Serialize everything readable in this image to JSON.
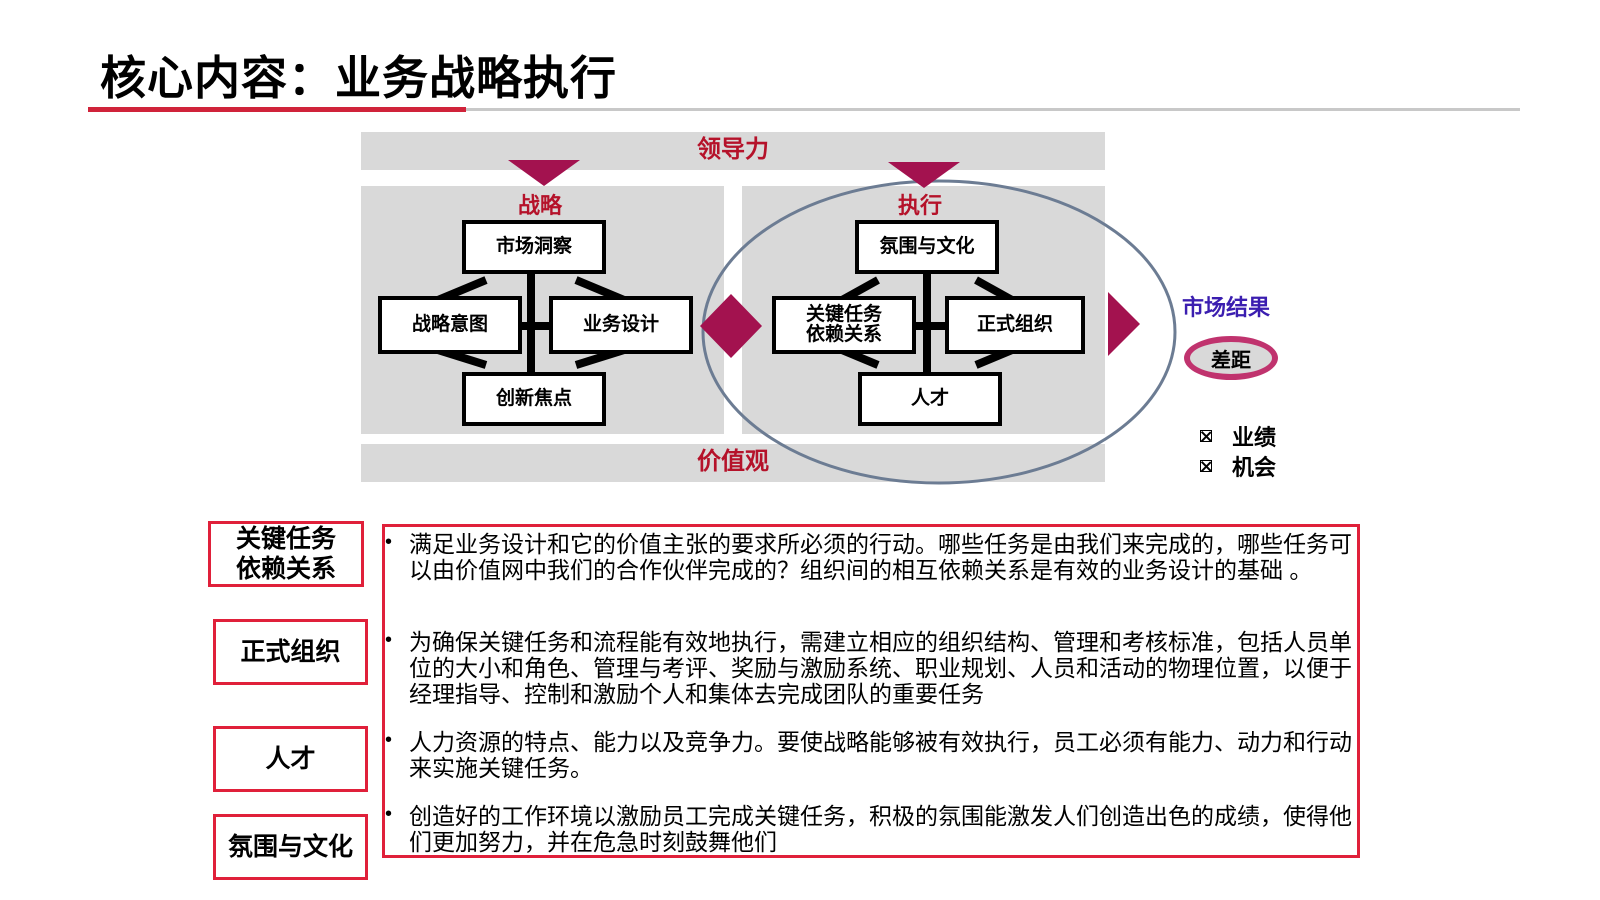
{
  "title": "核心内容：业务战略执行",
  "diagram": {
    "leadership": "领导力",
    "values": "价值观",
    "strategy": {
      "label": "战略",
      "market_insight": "市场洞察",
      "strategic_intent": "战略意图",
      "business_design": "业务设计",
      "innovation_focus": "创新焦点"
    },
    "execution": {
      "label": "执行",
      "climate_culture": "氛围与文化",
      "key_tasks_line1": "关键任务",
      "key_tasks_line2": "依赖关系",
      "formal_org": "正式组织",
      "talent": "人才"
    },
    "market_result": "市场结果",
    "gap": "差距",
    "legend": [
      "业绩",
      "机会"
    ]
  },
  "details": [
    {
      "tag_line1": "关键任务",
      "tag_line2": "依赖关系",
      "text": "满足业务设计和它的价值主张的要求所必须的行动。哪些任务是由我们来完成的，哪些任务可以由价值网中我们的合作伙伴完成的？组织间的相互依赖关系是有效的业务设计的基础 。"
    },
    {
      "tag_line1": "正式组织",
      "tag_line2": "",
      "text": "为确保关键任务和流程能有效地执行，需建立相应的组织结构、管理和考核标准，包括人员单位的大小和角色、管理与考评、奖励与激励系统、职业规划、人员和活动的物理位置，以便于经理指导、控制和激励个人和集体去完成团队的重要任务"
    },
    {
      "tag_line1": "人才",
      "tag_line2": "",
      "text": "人力资源的特点、能力以及竞争力。要使战略能够被有效执行，员工必须有能力、动力和行动来实施关键任务。"
    },
    {
      "tag_line1": "氛围与文化",
      "tag_line2": "",
      "text": "创造好的工作环境以激励员工完成关键任务，积极的氛围能激发人们创造出色的成绩，使得他们更加努力，并在危急时刻鼓舞他们"
    }
  ],
  "bullet_symbol": "•",
  "colors": {
    "accent_red": "#d0233a",
    "label_red": "#b5122a",
    "arrow_magenta": "#a3124f",
    "result_purple": "#3b1eb0",
    "panel_grey": "#d9d9d9"
  }
}
